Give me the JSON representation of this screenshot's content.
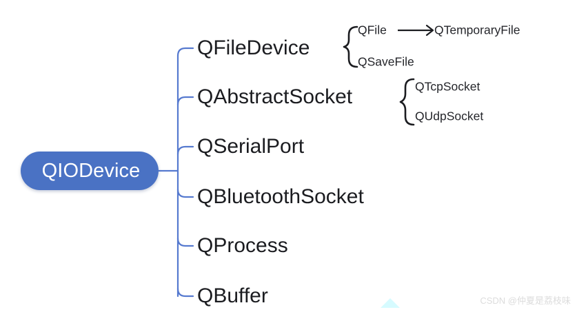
{
  "diagram": {
    "root": {
      "label": "QIODevice",
      "fill_color": "#4a72c4",
      "text_color": "#ffffff"
    },
    "connector_color": "#5579cf",
    "branches": [
      {
        "label": "QFileDevice"
      },
      {
        "label": "QAbstractSocket"
      },
      {
        "label": "QSerialPort"
      },
      {
        "label": "QBluetoothSocket"
      },
      {
        "label": "QProcess"
      },
      {
        "label": "QBuffer"
      }
    ],
    "subgroups": [
      {
        "parent": "QFileDevice",
        "items": [
          {
            "label": "QFile"
          },
          {
            "label": "QSaveFile"
          }
        ],
        "arrow_target": {
          "label": "QTemporaryFile",
          "from": "QFile"
        }
      },
      {
        "parent": "QAbstractSocket",
        "items": [
          {
            "label": "QTcpSocket"
          },
          {
            "label": "QUdpSocket"
          }
        ]
      }
    ]
  },
  "watermark": {
    "text": "CSDN @仲夏是荔枝味"
  }
}
